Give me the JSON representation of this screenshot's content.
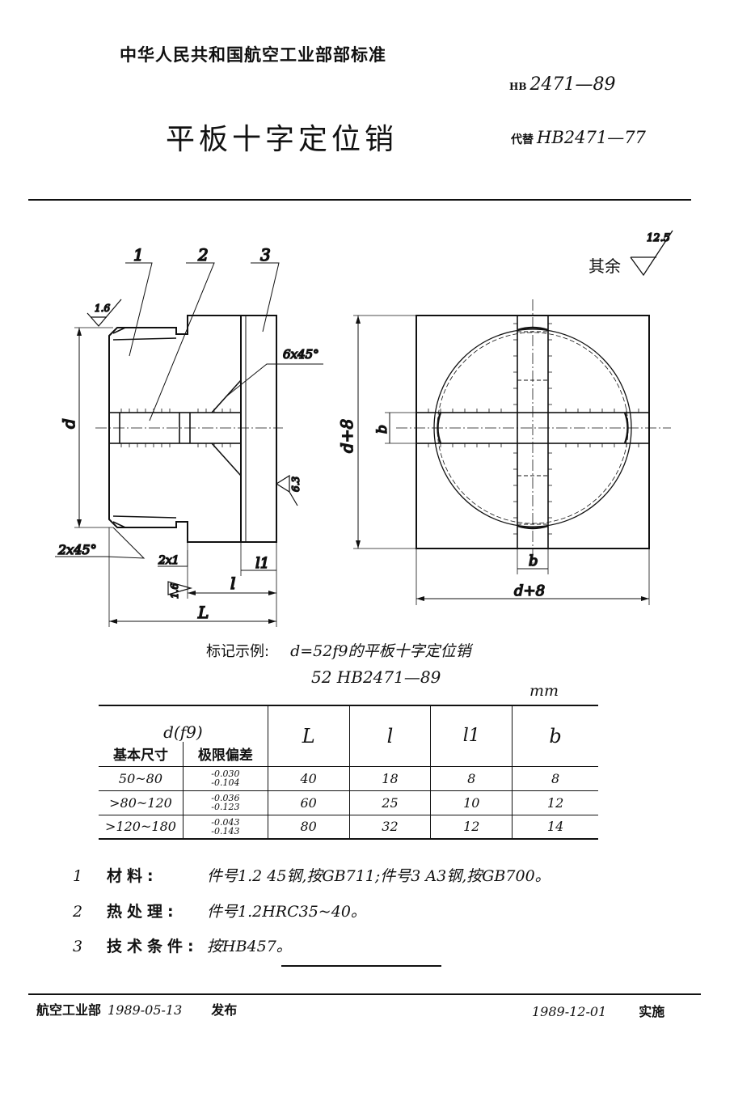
{
  "header": {
    "org": "中华人民共和国航空工业部部标准",
    "title": "平板十字定位销",
    "std_prefix": "HB",
    "std_number": "2471—89",
    "replace_prefix": "代替",
    "replace_number": "HB2471—77"
  },
  "drawing": {
    "roughness_other_label": "其余",
    "roughness_other_value": "12.5",
    "roughness_a": "1.6",
    "roughness_b": "6.3",
    "roughness_c": "1.6",
    "part_1": "1",
    "part_2": "2",
    "part_3": "3",
    "chamfer_6": "6x45°",
    "chamfer_2": "2x45°",
    "groove": "2x1",
    "dim_d": "d",
    "dim_L": "L",
    "dim_l": "l",
    "dim_l1": "l1",
    "dim_d8_side": "d+8",
    "dim_d8_bottom": "d+8",
    "dim_b_side": "b",
    "dim_b_bottom": "b"
  },
  "marking": {
    "label": "标记示例:",
    "text": "d=52f9的平板十字定位销",
    "designation": "52  HB2471—89"
  },
  "table": {
    "unit": "mm",
    "group_header": "d(f9)",
    "sub_headers": [
      "基本尺寸",
      "极限偏差"
    ],
    "columns": [
      "L",
      "l",
      "l1",
      "b"
    ],
    "rows": [
      {
        "size": "50~80",
        "dev_upper": "-0.030",
        "dev_lower": "-0.104",
        "L": "40",
        "l": "18",
        "l1": "8",
        "b": "8"
      },
      {
        "size": ">80~120",
        "dev_upper": "-0.036",
        "dev_lower": "-0.123",
        "L": "60",
        "l": "25",
        "l1": "10",
        "b": "12"
      },
      {
        "size": ">120~180",
        "dev_upper": "-0.043",
        "dev_lower": "-0.143",
        "L": "80",
        "l": "32",
        "l1": "12",
        "b": "14"
      }
    ]
  },
  "notes": [
    {
      "n": "1",
      "key": "材料:",
      "value": "件号1.2 45钢,按GB711;件号3 A3钢,按GB700。"
    },
    {
      "n": "2",
      "key": "热处理:",
      "value": "件号1.2HRC35~40。"
    },
    {
      "n": "3",
      "key": "技术条件:",
      "value": "按HB457。"
    }
  ],
  "footer": {
    "issuer": "航空工业部",
    "issue_date": "1989-05-13",
    "issue_word": "发布",
    "impl_date": "1989-12-01",
    "impl_word": "实施"
  }
}
